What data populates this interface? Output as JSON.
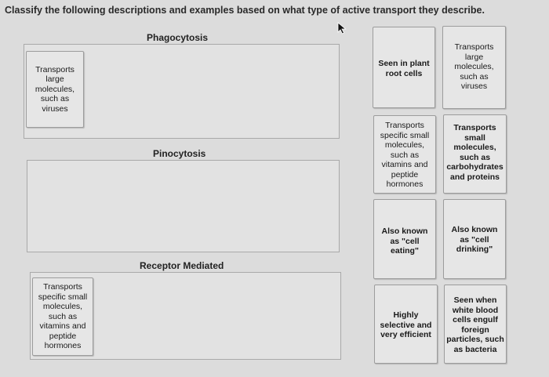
{
  "instructions": "Classify the following descriptions and examples based on what type of active transport they describe.",
  "colors": {
    "page_background": "#dcdcdc",
    "zone_background": "#e2e2e2",
    "card_background": "#e6e6e6",
    "border": "#a9a9a9"
  },
  "cursor_icon": "mouse-pointer-icon",
  "categories": [
    {
      "title": "Phagocytosis"
    },
    {
      "title": "Pinocytosis"
    },
    {
      "title": "Receptor Mediated"
    }
  ],
  "placed_cards": [
    {
      "text": "Transports\nlarge\nmolecules,\nsuch as\nviruses"
    },
    {
      "text": "Transports\nspecific small\nmolecules,\nsuch as\nvitamins and\npeptide\nhormones"
    }
  ],
  "bank_cards": [
    {
      "text": "Seen in plant\nroot cells"
    },
    {
      "text": "Transports\nlarge\nmolecules,\nsuch as\nviruses"
    },
    {
      "text": "Transports\nspecific small\nmolecules,\nsuch as\nvitamins and\npeptide\nhormones"
    },
    {
      "text": "Transports\nsmall\nmolecules,\nsuch as\ncarbohydrates\nand proteins"
    },
    {
      "text": "Also known\nas \"cell\neating\""
    },
    {
      "text": "Also known\nas \"cell\ndrinking\""
    },
    {
      "text": "Highly\nselective and\nvery efficient"
    },
    {
      "text": "Seen when\nwhite blood\ncells engulf\nforeign\nparticles, such\nas bacteria"
    }
  ]
}
